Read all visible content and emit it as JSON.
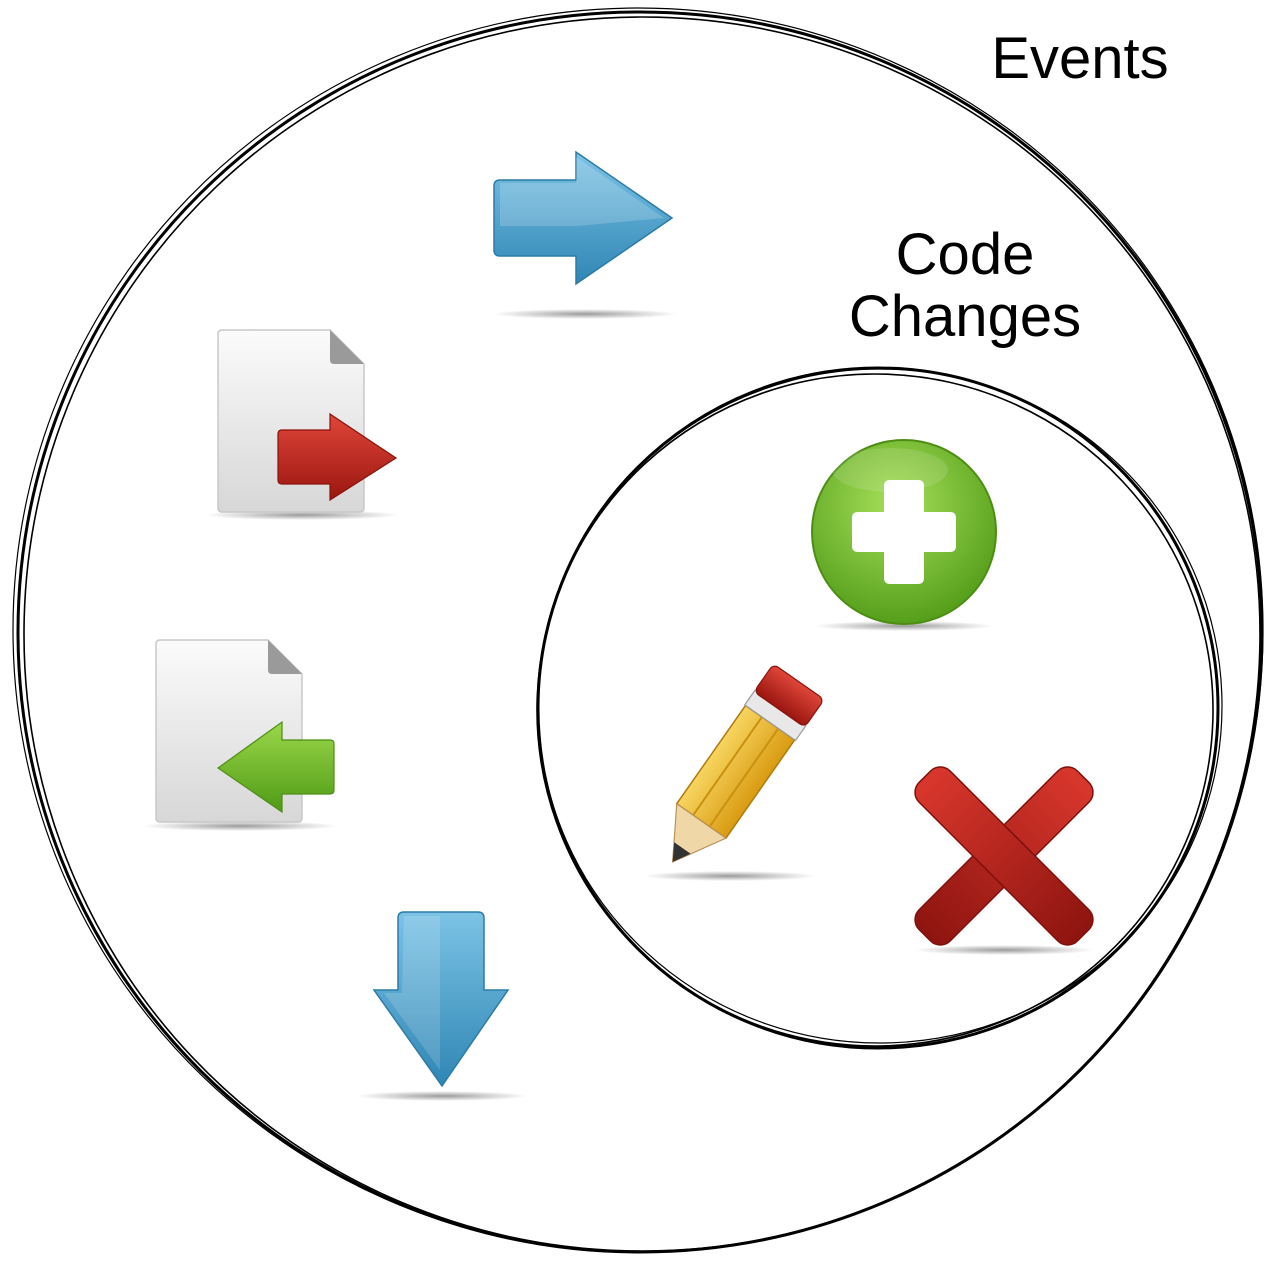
{
  "labels": {
    "events": "Events",
    "code_changes_line1": "Code",
    "code_changes_line2": "Changes"
  },
  "outer_circle": {
    "name": "events-set",
    "icons": [
      "arrow-right-icon",
      "file-export-icon",
      "file-import-icon",
      "arrow-down-icon"
    ]
  },
  "inner_circle": {
    "name": "code-changes-set",
    "icons": [
      "add-icon",
      "edit-pencil-icon",
      "delete-x-icon"
    ]
  },
  "colors": {
    "stroke": "#000000",
    "blue": "#3f9bc8",
    "red": "#b8221a",
    "green": "#6fb024",
    "pencil_yellow": "#f2c230"
  }
}
